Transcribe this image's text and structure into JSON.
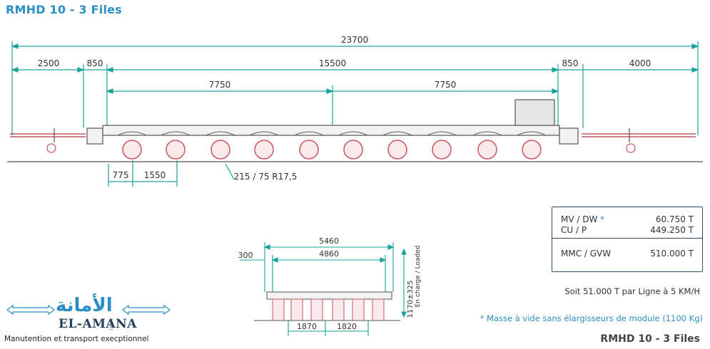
{
  "header": {
    "title": "RMHD 10 - 3 Files"
  },
  "side_view": {
    "overall": "23700",
    "seg_left": "2500",
    "seg_left_gap": "850",
    "seg_middle": "15500",
    "seg_right_gap": "850",
    "seg_right": "4000",
    "half_left": "7750",
    "half_right": "7750",
    "axle_offset": "775",
    "axle_pitch": "1550",
    "tire_label": "215 / 75 R17,5"
  },
  "front_view": {
    "width_outer": "5460",
    "width_inner": "4860",
    "overhang": "300",
    "height": "1170±325",
    "height_caption": "En charge / Loaded",
    "track_left": "1870",
    "track_right": "1820"
  },
  "specs": {
    "rows": [
      {
        "label": "MV / DW",
        "star": "*",
        "value": "60.750 T"
      },
      {
        "label": "CU / P",
        "star": "",
        "value": "449.250 T"
      },
      {
        "label": "MMC / GVW",
        "star": "",
        "value": "510.000 T"
      }
    ]
  },
  "notes": {
    "line_capacity": "Soit 51.000 T par Ligne à 5 KM/H",
    "empty_mass_note": "* Masse à vide sans élargisseurs de module (1100 Kg)"
  },
  "footer": {
    "model": "RMHD 10  -  3 Files"
  },
  "logo": {
    "arabic": "الأمانة",
    "latin": "EL-AMANA",
    "legal": "S.A.R.L",
    "tagline": "Manutention et transport execptionnel"
  },
  "colors": {
    "accent": "#2a8fc6",
    "dimension": "#1aa39a",
    "drawing": "#555555",
    "tire": "#c9565f"
  }
}
